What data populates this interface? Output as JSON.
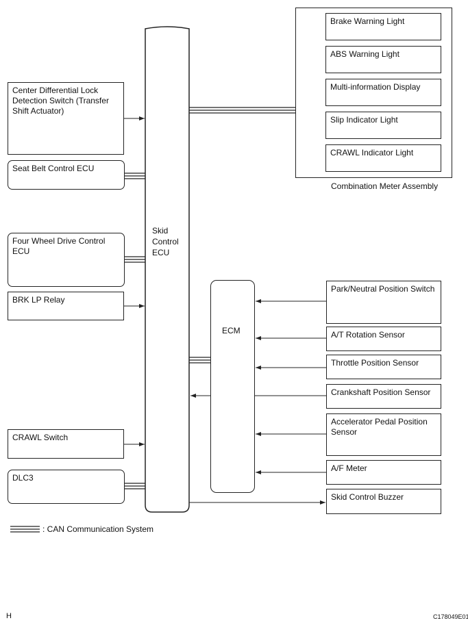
{
  "skid_ecu": {
    "label_1": "Skid",
    "label_2": "Control",
    "label_3": "ECU"
  },
  "left_items": [
    {
      "label": "Center Differential Lock Detection Switch (Transfer Shift Actuator)"
    },
    {
      "label": "Seat Belt Control ECU"
    },
    {
      "label": "Four Wheel Drive Control ECU"
    },
    {
      "label": "BRK LP Relay"
    },
    {
      "label": "CRAWL Switch"
    },
    {
      "label": "DLC3"
    }
  ],
  "meter": {
    "caption": "Combination Meter Assembly",
    "items": [
      {
        "label": "Brake Warning Light"
      },
      {
        "label": "ABS Warning Light"
      },
      {
        "label": "Multi-information Display"
      },
      {
        "label": "Slip Indicator Light"
      },
      {
        "label": "CRAWL Indicator Light"
      }
    ]
  },
  "ecm": {
    "label": "ECM"
  },
  "right_items": [
    {
      "label": "Park/Neutral Position Switch"
    },
    {
      "label": "A/T Rotation Sensor"
    },
    {
      "label": "Throttle Position Sensor"
    },
    {
      "label": "Crankshaft Position Sensor"
    },
    {
      "label": "Accelerator Pedal Position Sensor"
    },
    {
      "label": "A/F Meter"
    },
    {
      "label": "Skid Control Buzzer"
    }
  ],
  "legend": {
    "label": ": CAN Communication System"
  },
  "footer": {
    "left": "H",
    "right": "C178049E01"
  }
}
